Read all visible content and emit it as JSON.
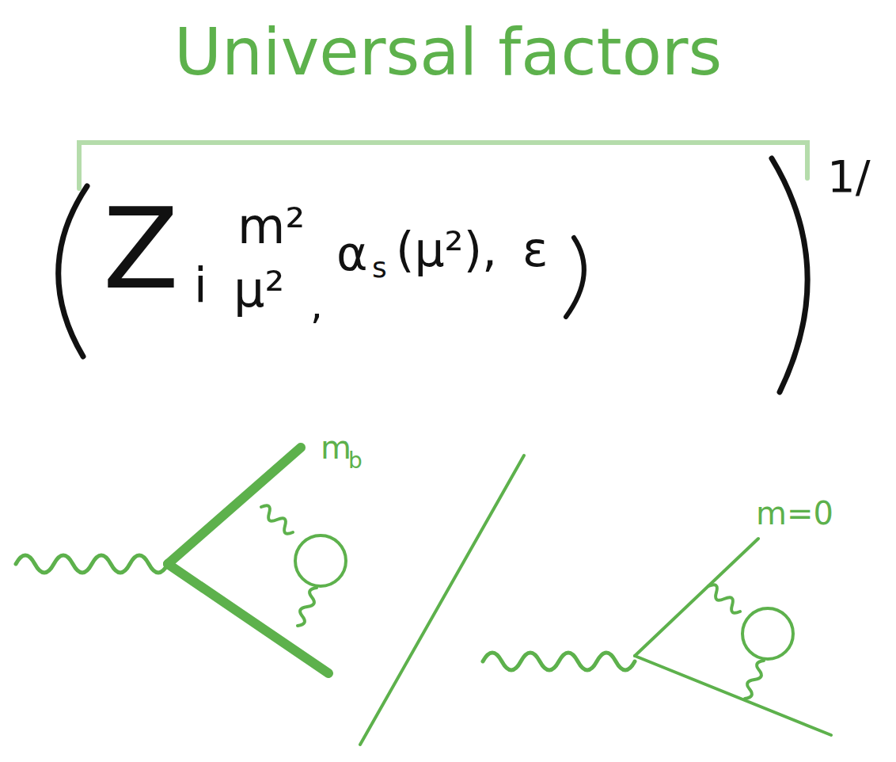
{
  "diagram": {
    "title": "Universal factors",
    "labels": [
      "Z",
      "i",
      "m²",
      "μ²",
      ",",
      "α",
      "s",
      "(μ²),",
      "ε",
      "1/",
      "m",
      "b",
      "m=0"
    ]
  }
}
